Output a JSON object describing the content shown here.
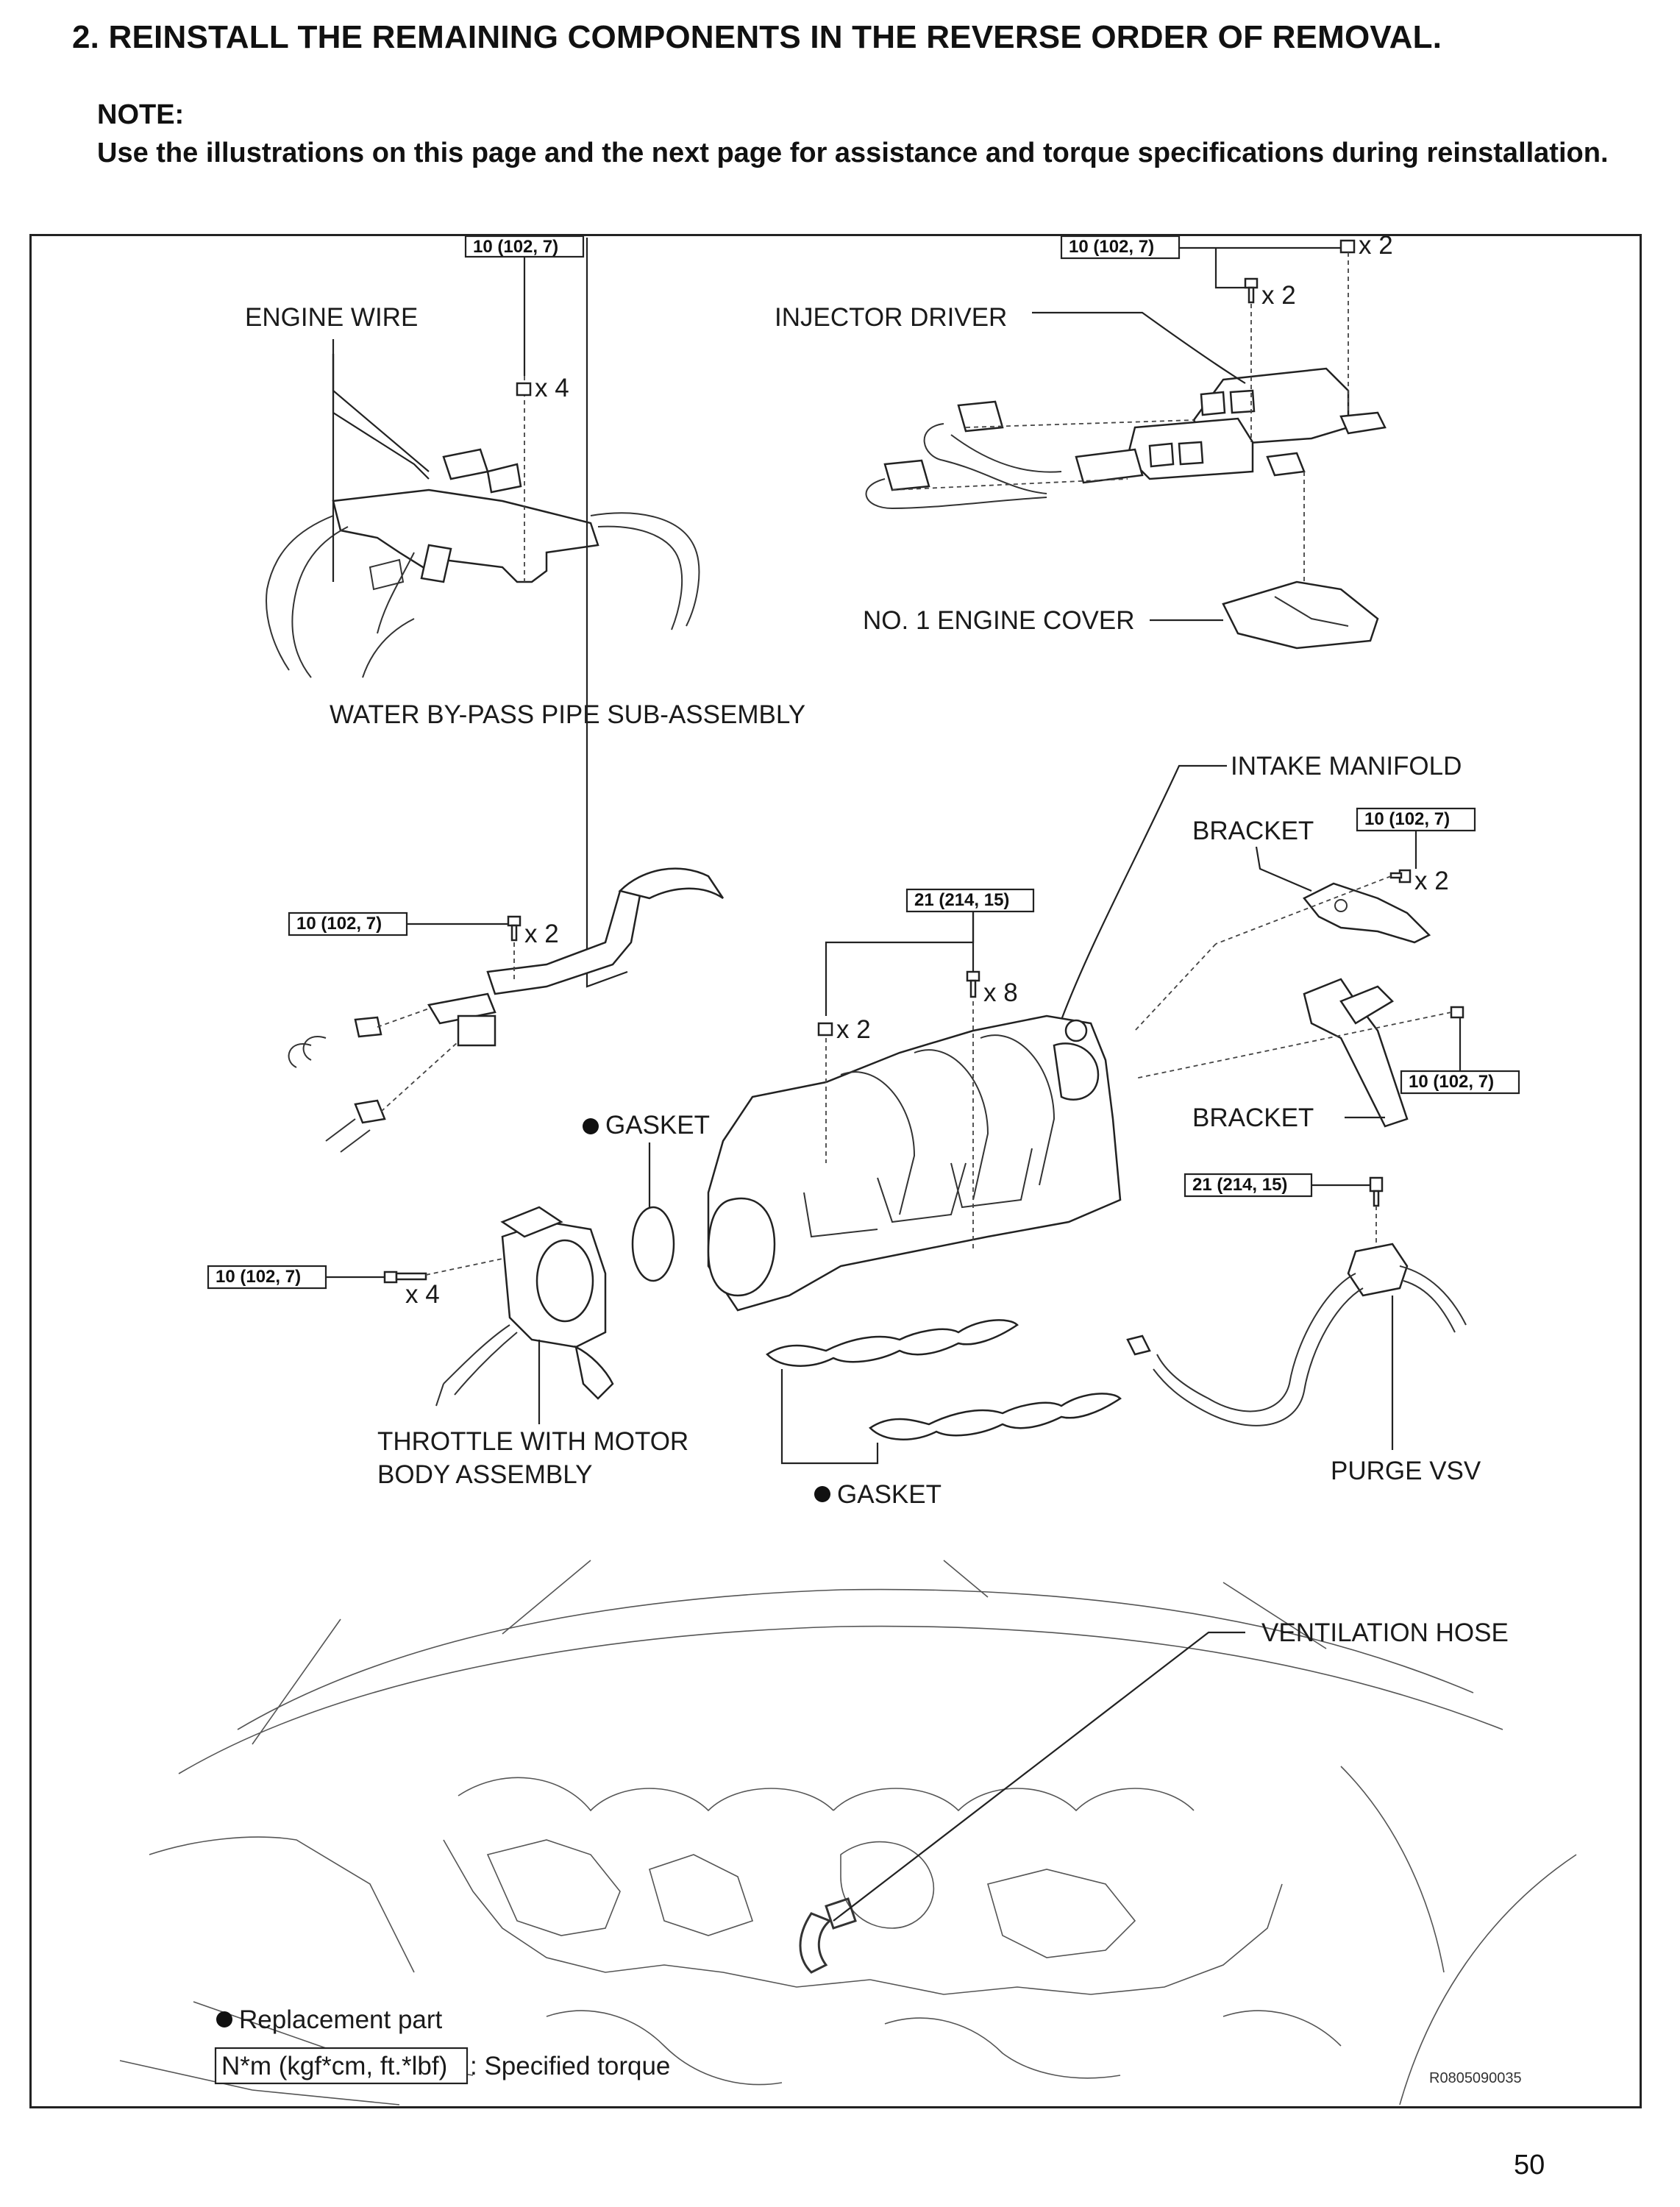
{
  "step": {
    "heading": "2.  REINSTALL THE REMAINING COMPONENTS IN THE REVERSE ORDER OF REMOVAL."
  },
  "note": {
    "label": "NOTE:",
    "text": "Use the illustrations on this page and the next page for assistance and torque specifications during reinstallation."
  },
  "figure": {
    "labels": {
      "engine_wire": "ENGINE WIRE",
      "injector_driver": "INJECTOR DRIVER",
      "no1_engine_cover": "NO. 1 ENGINE COVER",
      "water_bypass": "WATER BY-PASS PIPE SUB-ASSEMBLY",
      "intake_manifold": "INTAKE MANIFOLD",
      "bracket_upper": "BRACKET",
      "bracket_lower": "BRACKET",
      "gasket_ring": "GASKET",
      "throttle_line1": "THROTTLE WITH MOTOR",
      "throttle_line2": "BODY ASSEMBLY",
      "gasket_intake": "GASKET",
      "purge_vsv": "PURGE VSV",
      "ventilation_hose": "VENTILATION HOSE"
    },
    "torques": {
      "engine_wire": "10 (102, 7)",
      "injector_driver": "10 (102, 7)",
      "water_bypass": "10 (102, 7)",
      "intake_manifold": "21 (214, 15)",
      "bracket_upper": "10 (102, 7)",
      "bracket_lower": "10 (102, 7)",
      "throttle": "10 (102, 7)",
      "purge_vsv": "21 (214, 15)"
    },
    "quantities": {
      "engine_wire_nuts": "x 4",
      "injector_nuts": "x 2",
      "injector_bolts": "x 2",
      "water_bypass_bolts": "x 2",
      "manifold_bolts": "x 8",
      "manifold_nuts": "x 2",
      "bracket_bolts": "x 2",
      "throttle_bolts": "x 4"
    },
    "legend": {
      "replacement_part": "Replacement part",
      "torque_box": "N*m (kgf*cm, ft.*lbf)",
      "torque_desc": ": Specified torque"
    },
    "code": "R0805090035"
  },
  "page": {
    "number": "50"
  }
}
